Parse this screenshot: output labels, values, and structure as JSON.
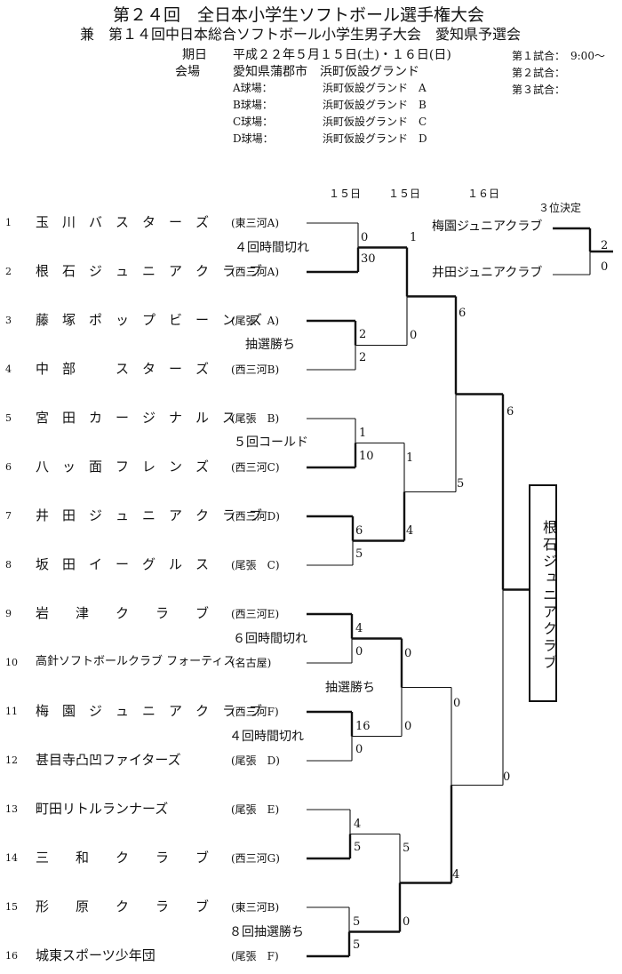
{
  "header": {
    "title": "第２４回　全日本小学生ソフトボール選手権大会",
    "subtitle": "兼　第１４回中日本総合ソフトボール小学生男子大会　愛知県予選会",
    "date_label": "期日",
    "date_value": "平成２２年５月１５日(土)・１６日(日)",
    "venue_label": "会場",
    "venue_value": "愛知県蒲郡市　浜町仮設グランド",
    "fields": [
      {
        "name": "A球場：",
        "place": "浜町仮設グランド　A"
      },
      {
        "name": "B球場：",
        "place": "浜町仮設グランド　B"
      },
      {
        "name": "C球場：",
        "place": "浜町仮設グランド　C"
      },
      {
        "name": "D球場：",
        "place": "浜町仮設グランド　D"
      }
    ],
    "matches": [
      "第１試合：　9:00～",
      "第２試合：",
      "第３試合："
    ]
  },
  "days": [
    "１５日",
    "１５日",
    "１６日"
  ],
  "teams": [
    {
      "no": "1",
      "name": "玉　川　バ　ス　タ　ー　ズ",
      "region": "(東三河A)"
    },
    {
      "no": "2",
      "name": "根　石　ジ　ュ　ニ　ア　ク　ラ　ブ",
      "region": "(西三河A)"
    },
    {
      "no": "3",
      "name": "藤　塚　ポ　ッ　プ　ビ　ー　ン　ズ",
      "region": "(尾張　A)"
    },
    {
      "no": "4",
      "name": "中　部　　　ス　タ　ー　ズ",
      "region": "(西三河B)"
    },
    {
      "no": "5",
      "name": "宮　田　カ　ー　ジ　ナ　ル　ス",
      "region": "(尾張　B)"
    },
    {
      "no": "6",
      "name": "八　ッ　面　フ　レ　ン　ズ",
      "region": "(西三河C)"
    },
    {
      "no": "7",
      "name": "井　田　ジ　ュ　ニ　ア　ク　ラ　ブ",
      "region": "(西三河D)"
    },
    {
      "no": "8",
      "name": "坂　田　イ　ー　グ　ル　ス",
      "region": "(尾張　C)"
    },
    {
      "no": "9",
      "name": "岩　　津　　ク　　ラ　　ブ",
      "region": "(西三河E)"
    },
    {
      "no": "10",
      "name": "高針ソフトボールクラブ フォーティス",
      "region": "(名古屋)"
    },
    {
      "no": "11",
      "name": "梅　園　ジ　ュ　ニ　ア　ク　ラ　ブ",
      "region": "(西三河F)"
    },
    {
      "no": "12",
      "name": "甚目寺凸凹ファイターズ",
      "region": "(尾張　D)"
    },
    {
      "no": "13",
      "name": "町田リトルランナーズ",
      "region": "(尾張　E)"
    },
    {
      "no": "14",
      "name": "三　　和　　ク　　ラ　　ブ",
      "region": "(西三河G)"
    },
    {
      "no": "15",
      "name": "形　　原　　ク　　ラ　　ブ",
      "region": "(東三河B)"
    },
    {
      "no": "16",
      "name": "城東スポーツ少年団",
      "region": "(尾張　F)"
    }
  ],
  "notes": [
    "４回時間切れ",
    "抽選勝ち",
    "５回コールド",
    "６回時間切れ",
    "抽選勝ち",
    "４回時間切れ",
    "８回抽選勝ち"
  ],
  "r1_scores": [
    "0",
    "30",
    "2",
    "2",
    "1",
    "10",
    "6",
    "5",
    "4",
    "0",
    "16",
    "0",
    "4",
    "5",
    "5",
    "5"
  ],
  "r2_scores": [
    "1",
    "0",
    "1",
    "4",
    "0",
    "0",
    "5",
    "0"
  ],
  "r3_scores": [
    "6",
    "5",
    "0",
    "4"
  ],
  "final_scores": [
    "6",
    "0"
  ],
  "third_place": {
    "label": "３位決定",
    "team_a": "梅園ジュニアクラブ",
    "team_b": "井田ジュニアクラブ",
    "score_a": "2",
    "score_b": "0"
  },
  "champion": "根石ジュニアクラブ"
}
